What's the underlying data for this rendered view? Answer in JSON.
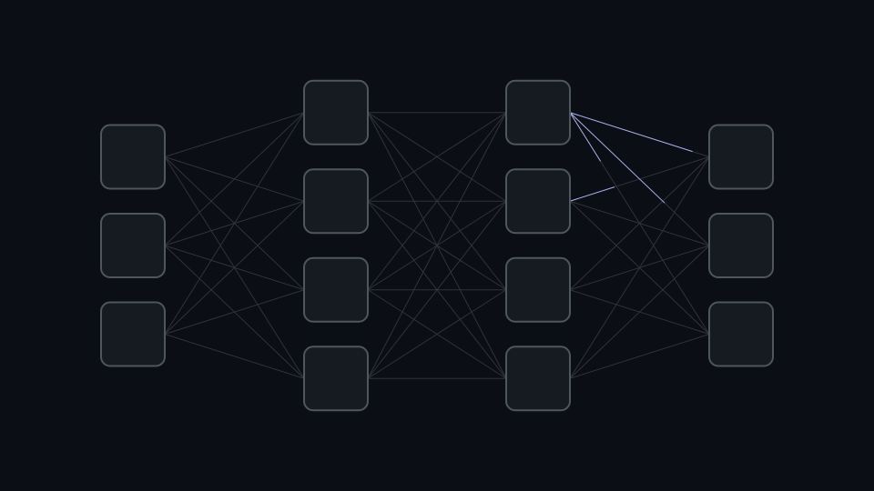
{
  "theme": {
    "background": "#0b0e14",
    "node_fill": "#161b22",
    "node_stroke": "#4f565d",
    "edge_color": "#30343a",
    "highlight_color": "#a9aee8"
  },
  "network": {
    "layers": [
      {
        "id": "input",
        "nodes": 3
      },
      {
        "id": "hidden-1",
        "nodes": 4
      },
      {
        "id": "hidden-2",
        "nodes": 4
      },
      {
        "id": "output",
        "nodes": 3
      }
    ],
    "connectivity": "fully-connected",
    "highlighted_edges": [
      {
        "from": [
          "hidden-2",
          0
        ],
        "to": [
          "output",
          0
        ],
        "progress": 0.88
      },
      {
        "from": [
          "hidden-2",
          0
        ],
        "to": [
          "output",
          1
        ],
        "progress": 0.68
      },
      {
        "from": [
          "hidden-2",
          1
        ],
        "to": [
          "output",
          0
        ],
        "progress": 0.32
      },
      {
        "from": [
          "hidden-2",
          0
        ],
        "to": [
          "output",
          2
        ],
        "progress": 0.22
      }
    ]
  }
}
